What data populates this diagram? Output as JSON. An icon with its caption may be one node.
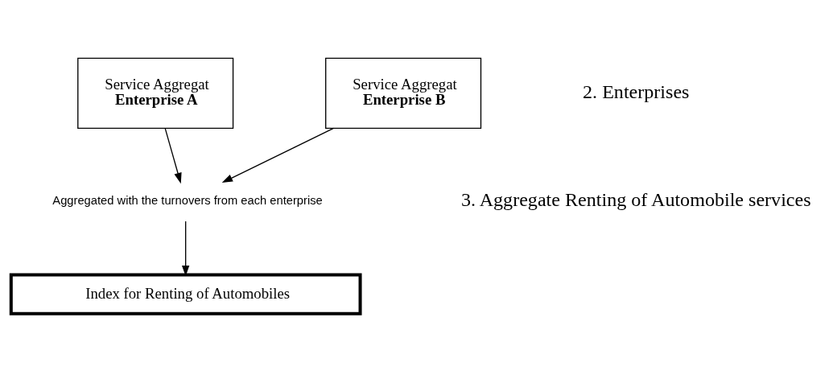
{
  "diagram": {
    "nodes": [
      {
        "text": [
          "Service Aggregat",
          "Enterprise A"
        ]
      },
      {
        "text": [
          "Service Aggregat",
          "Enterprise B"
        ]
      },
      {
        "text": [
          "Aggregated with the turnovers from each enterprise"
        ]
      },
      {
        "text": [
          "Index for Renting of Automobiles"
        ]
      }
    ],
    "edges": [
      {
        "from": 0,
        "to": 2,
        "arrow": "to"
      },
      {
        "from": 1,
        "to": 2,
        "arrow": "to"
      },
      {
        "from": 2,
        "to": 3,
        "arrow": "to"
      }
    ],
    "labels": [
      "2. Enterprises",
      "3. Aggregate Renting of Automobile services"
    ]
  }
}
